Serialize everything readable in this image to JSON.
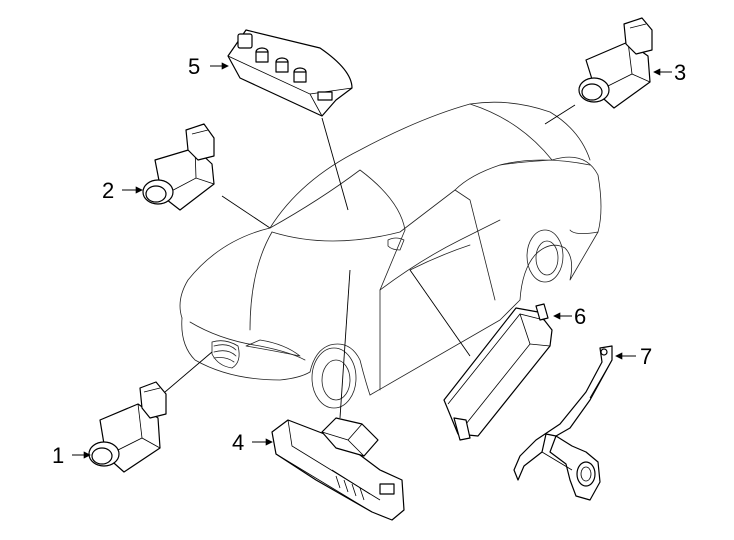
{
  "callouts": {
    "c1": "1",
    "c2": "2",
    "c3": "3",
    "c4": "4",
    "c5": "5",
    "c6": "6",
    "c7": "7"
  },
  "parts": [
    {
      "callout": "1",
      "icon": "parking-sensor-icon"
    },
    {
      "callout": "2",
      "icon": "parking-sensor-icon"
    },
    {
      "callout": "3",
      "icon": "parking-sensor-icon"
    },
    {
      "callout": "4",
      "icon": "control-module-icon"
    },
    {
      "callout": "5",
      "icon": "camera-module-icon"
    },
    {
      "callout": "6",
      "icon": "antenna-module-icon"
    },
    {
      "callout": "7",
      "icon": "mounting-bracket-icon"
    }
  ]
}
